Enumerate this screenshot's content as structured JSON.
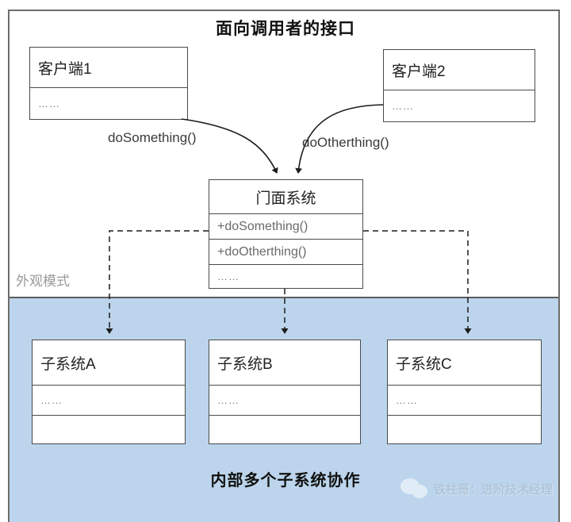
{
  "diagram": {
    "top_title": "面向调用者的接口",
    "bottom_title": "内部多个子系统协作",
    "pattern_label": "外观模式",
    "region_color": "#bcd5ec"
  },
  "clients": [
    {
      "name": "客户端1",
      "members": "……",
      "call_label": "doSomething()"
    },
    {
      "name": "客户端2",
      "members": "……",
      "call_label": "doOtherthing()"
    }
  ],
  "facade": {
    "name": "门面系统",
    "operations": [
      "+doSomething()",
      "+doOtherthing()"
    ],
    "members": "……"
  },
  "subsystems": [
    {
      "name": "子系统A",
      "members": "……"
    },
    {
      "name": "子系统B",
      "members": "……"
    },
    {
      "name": "子系统C",
      "members": "……"
    }
  ],
  "watermark": {
    "icon": "wechat-icon",
    "text": "铁柱哥：进阶技术经理"
  }
}
